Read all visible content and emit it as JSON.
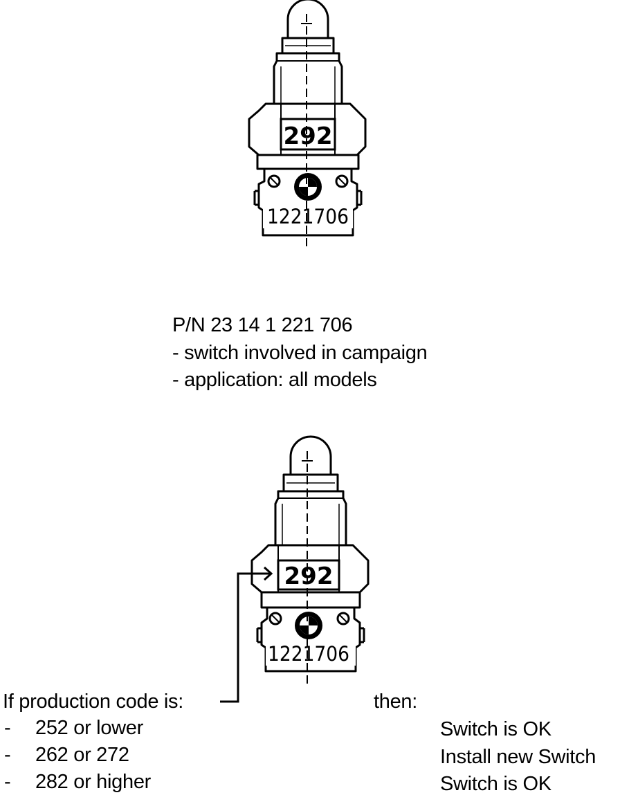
{
  "switch_top": {
    "production_code": "292",
    "part_stamp": "1221706"
  },
  "switch_bottom": {
    "production_code": "292",
    "part_stamp": "1221706"
  },
  "part_info": {
    "part_number": "P/N 23 14 1 221 706",
    "line_campaign": "- switch involved in campaign",
    "line_application": "- application:  all models"
  },
  "condition": {
    "if_label": "If production code is:",
    "then_label": "then:",
    "rows": [
      {
        "dash": "-",
        "code": "252 or lower",
        "result": "Switch is OK"
      },
      {
        "dash": "-",
        "code": "262 or 272",
        "result": "Install new Switch"
      },
      {
        "dash": "-",
        "code": "282 or higher",
        "result": "Switch is OK"
      }
    ]
  }
}
